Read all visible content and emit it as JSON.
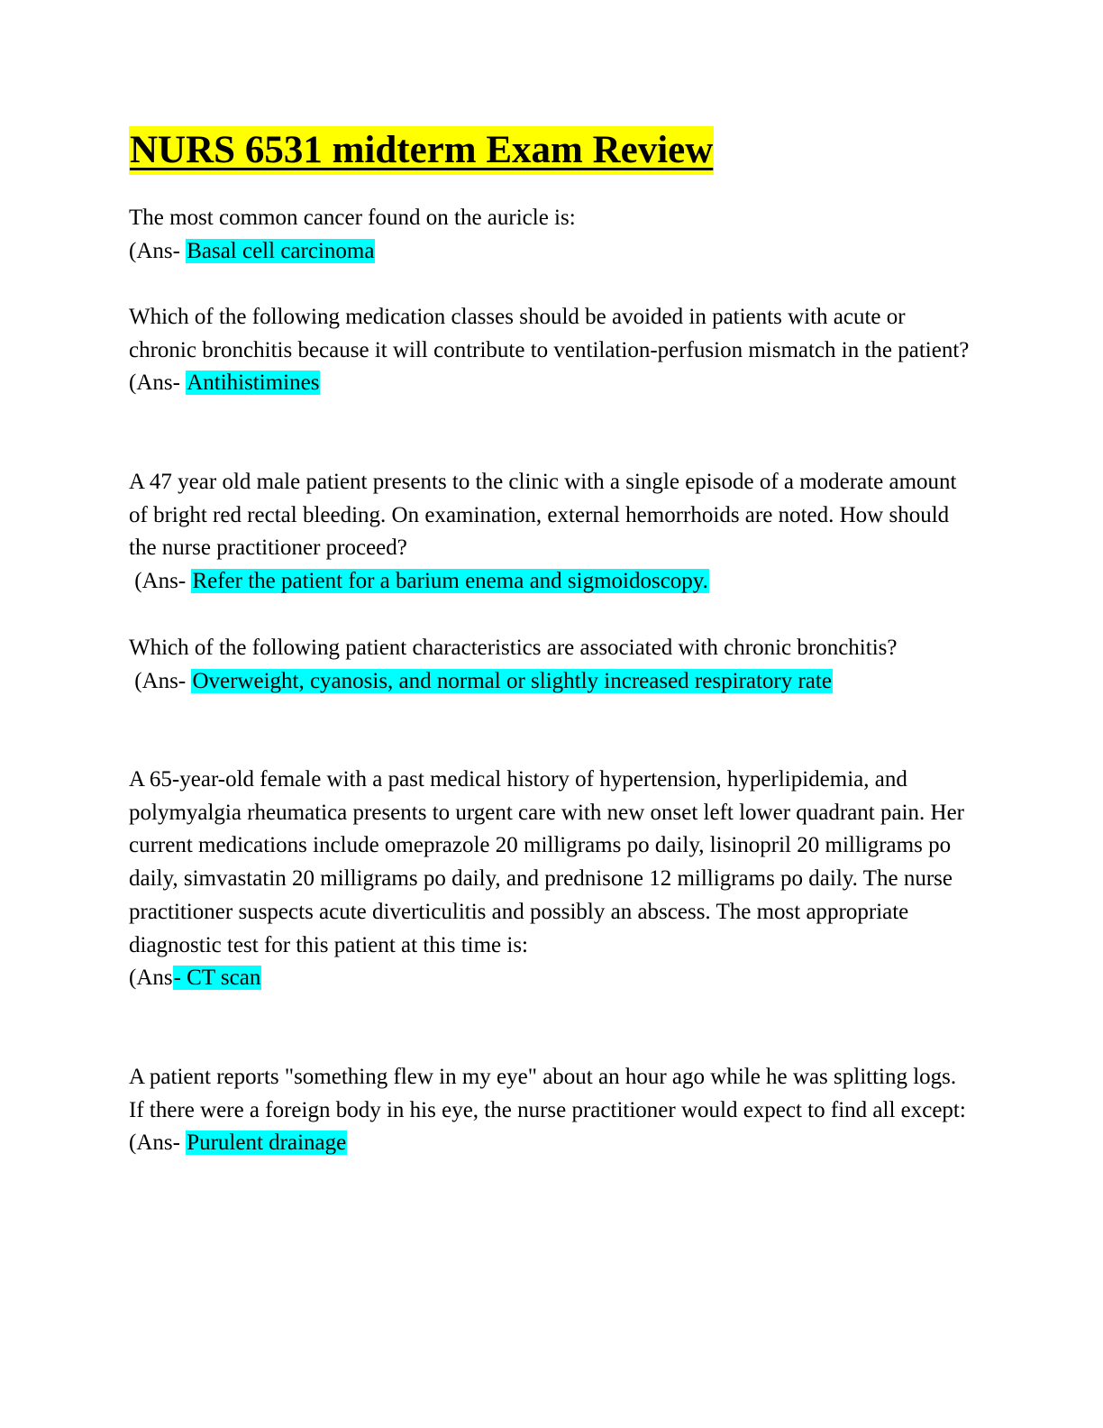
{
  "document": {
    "title": "NURS 6531 midterm Exam Review",
    "colors": {
      "title_highlight": "#ffff00",
      "answer_highlight": "#00ffff"
    },
    "items": [
      {
        "question": "The most common cancer found on the auricle is:",
        "answer_prefix": "(Ans- ",
        "answer": "Basal cell carcinoma"
      },
      {
        "question": "Which of the following medication classes should be avoided in patients with acute or chronic bronchitis because it will contribute to ventilation-perfusion mismatch in the patient?",
        "answer_prefix": "(Ans- ",
        "answer": "Antihistimines"
      },
      {
        "question": "A 47 year old male patient presents to the clinic with a single episode of a moderate amount of bright red rectal bleeding. On examination, external hemorrhoids are noted. How should the nurse practitioner proceed?",
        "answer_prefix": " (Ans- ",
        "answer": "Refer the patient for a barium enema and sigmoidoscopy."
      },
      {
        "question": "Which of the following patient characteristics are associated with chronic bronchitis?",
        "answer_prefix": " (Ans- ",
        "answer": "Overweight, cyanosis, and normal or slightly increased respiratory rate"
      },
      {
        "question": "A 65-year-old female with a past medical history of hypertension, hyperlipidemia, and polymyalgia rheumatica presents to urgent care with new onset left lower quadrant pain. Her current medications include omeprazole 20 milligrams po daily, lisinopril 20 milligrams po daily, simvastatin 20 milligrams po daily, and prednisone 12 milligrams po daily. The nurse practitioner suspects acute diverticulitis and possibly an abscess. The most appropriate diagnostic test for this patient at this time is:",
        "answer_prefix": "(Ans",
        "answer": "- CT scan"
      },
      {
        "question": "A patient reports \"something flew in my eye\" about an hour ago while he was splitting logs. If there were a foreign body in his eye, the nurse practitioner would expect to find all except:",
        "answer_prefix": "(Ans- ",
        "answer": "Purulent drainage"
      }
    ]
  }
}
